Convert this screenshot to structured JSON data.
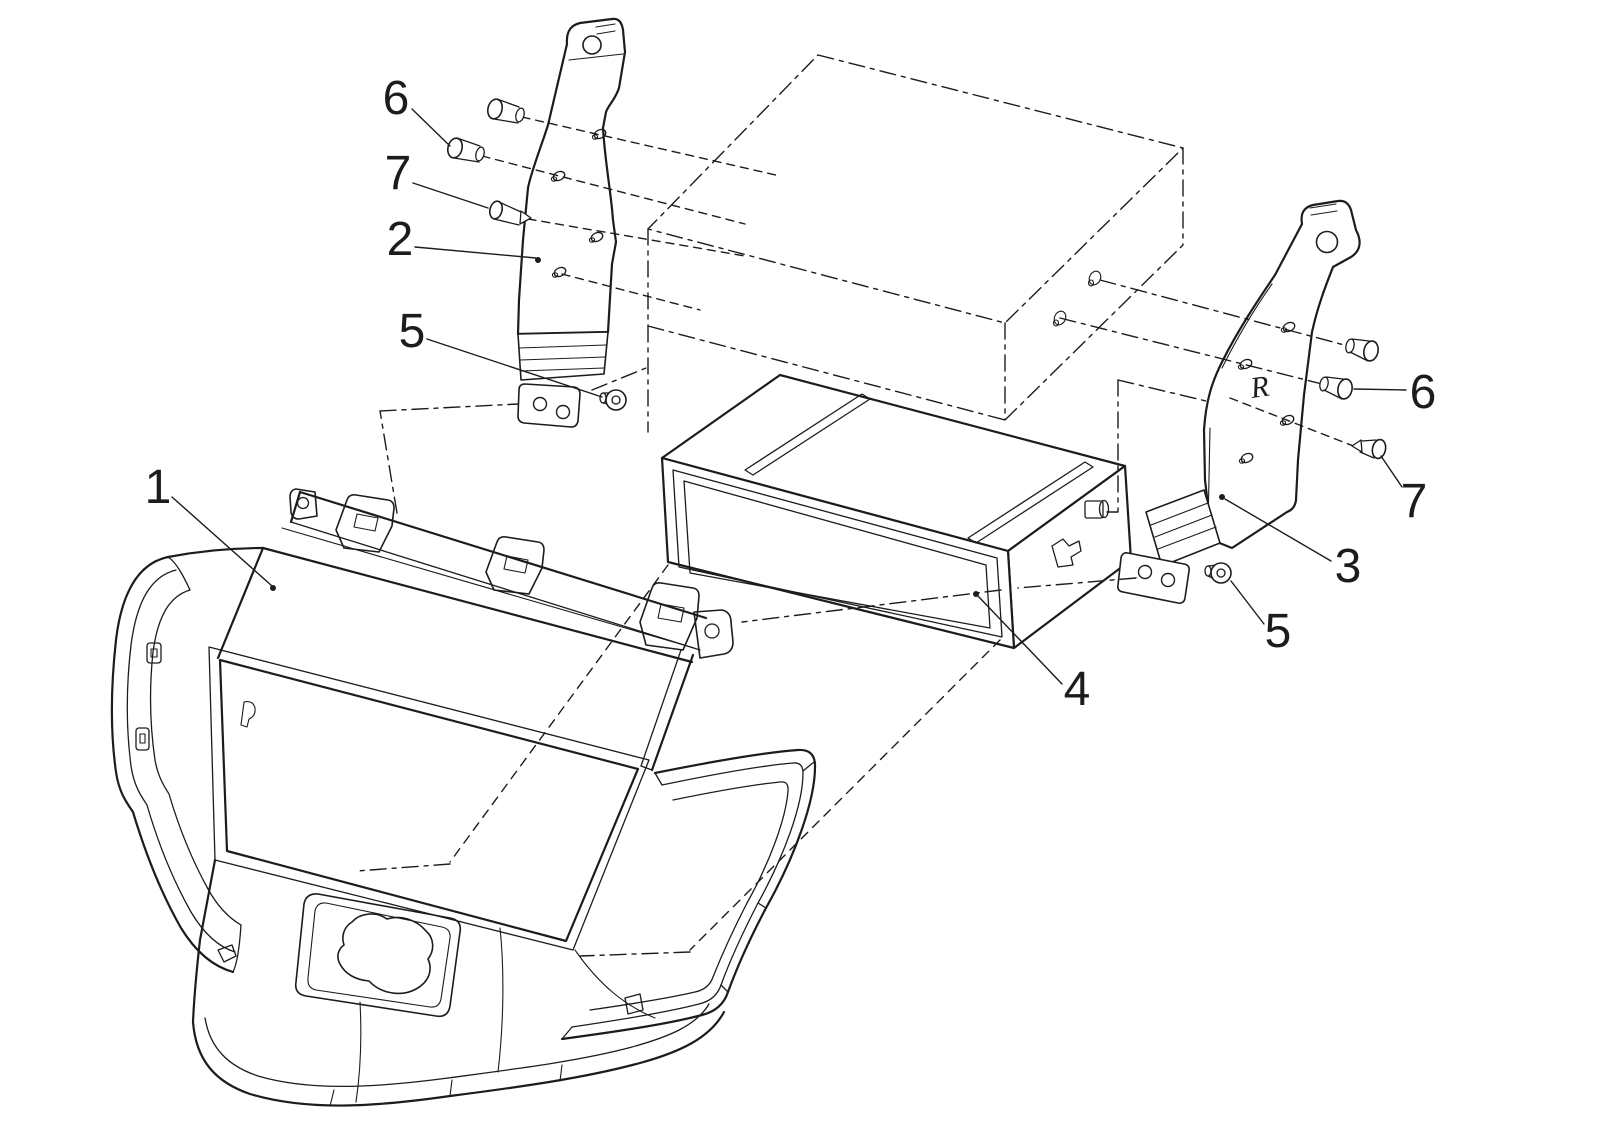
{
  "figure": {
    "background_color": "#ffffff",
    "line_color": "#1c1c1c"
  },
  "callouts": [
    {
      "id": "callout-1",
      "label": "1"
    },
    {
      "id": "callout-2",
      "label": "2"
    },
    {
      "id": "callout-3",
      "label": "3"
    },
    {
      "id": "callout-4",
      "label": "4"
    },
    {
      "id": "callout-5-left",
      "label": "5"
    },
    {
      "id": "callout-5-right",
      "label": "5"
    },
    {
      "id": "callout-6-left",
      "label": "6"
    },
    {
      "id": "callout-6-right",
      "label": "6"
    },
    {
      "id": "callout-7-left",
      "label": "7"
    },
    {
      "id": "callout-7-right",
      "label": "7"
    }
  ],
  "markings": {
    "right_bracket_stamp": "R"
  }
}
